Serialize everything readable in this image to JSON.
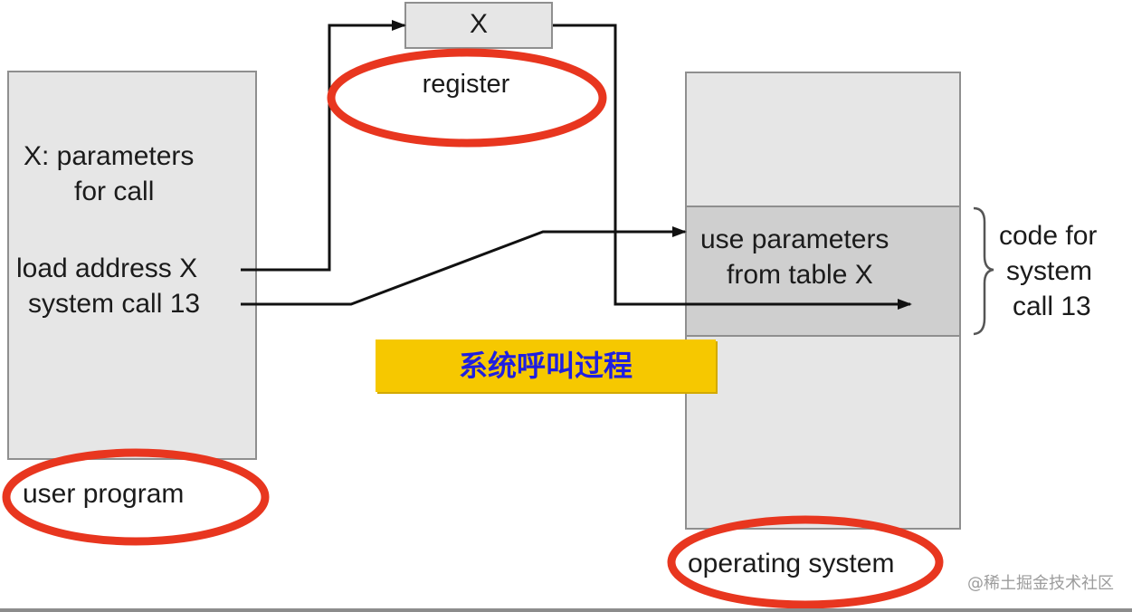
{
  "register": {
    "value": "X",
    "label": "register"
  },
  "user_program": {
    "line1": "X: parameters",
    "line2": "for call",
    "load_line": "load address X",
    "syscall_line": "system call 13",
    "label": "user program"
  },
  "operating_system": {
    "code_line1": "use parameters",
    "code_line2": "from table X",
    "label": "operating system"
  },
  "brace_note": {
    "line1": "code for",
    "line2": "system",
    "line3": "call 13"
  },
  "banner": {
    "text": "系统呼叫过程"
  },
  "watermark": {
    "text": "@稀土掘金技术社区"
  },
  "colors": {
    "box_fill": "#e6e6e6",
    "code_fill": "#cfcfcf",
    "highlight_ellipse": "#e8361f",
    "banner_fill": "#f6c800",
    "banner_text": "#1f1fe0"
  }
}
